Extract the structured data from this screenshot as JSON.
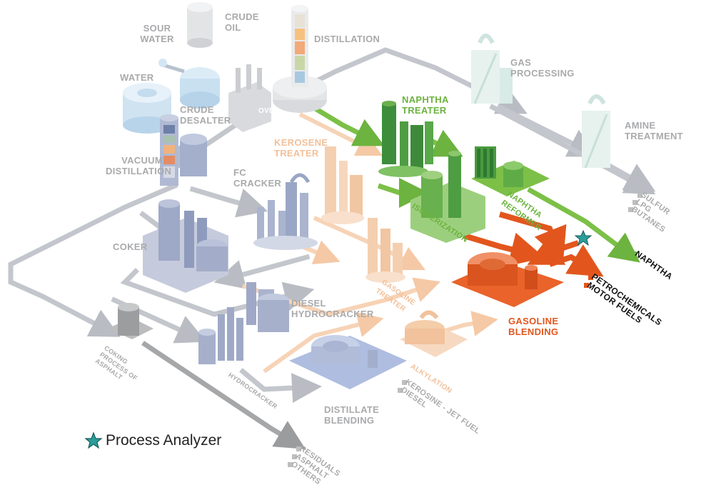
{
  "labels": {
    "sour_water": "SOUR WATER",
    "crude_oil": "CRUDE OIL",
    "distillation": "DISTILLATION",
    "water": "WATER",
    "crude_desalter": "CRUDE DESALTER",
    "oven": "OVEN",
    "gas_processing": "GAS PROCESSING",
    "naphtha_treater": "NAPHTHA TREATER",
    "amine_treatment": "AMINE TREATMENT",
    "kerosene_treater": "KEROSENE TREATER",
    "vacuum_distillation": "VACUUM DISTILLATION",
    "fc_cracker": "FC CRACKER",
    "naphtha_reformer": "NAPHTHA REFORMER",
    "isomerization": "ISOMERIZATION",
    "coker": "COKER",
    "gasoline_treater": "GASOLINE TREATER",
    "diesel_hydrocracker": "DIESEL HYDROCRACKER",
    "gasoline_blending": "GASOLINE BLENDING",
    "alkylation": "ALKYLATION",
    "coking_process": "COKING PROCESS OF ASPHALT",
    "hydrocracker": "HYDROCRACKER",
    "distillate_blending": "DISTILLATE BLENDING"
  },
  "outputs": {
    "sulfur": "SULFUR",
    "lpg": "LPG",
    "butanes": "BUTANES",
    "naphtha": "NAPHTHA",
    "petrochemicals": "PETROCHEMICALS",
    "motor_fuels": "MOTOR FUELS",
    "kerosine": "KEROSINE - JET FUEL",
    "diesel": "DIESEL",
    "residuals": "RESIDUALS",
    "asphalt": "ASPHALT",
    "others": "OTHERS"
  },
  "legend": {
    "text": "Process Analyzer",
    "icon": "star-icon"
  },
  "colors": {
    "grey_flow": "#b9bcc3",
    "blue_units": "#a9b3cf",
    "peach": "#f5c9a6",
    "green": "#6cb33f",
    "orange": "#e2561d",
    "teal_star": "#2a9d9b"
  }
}
